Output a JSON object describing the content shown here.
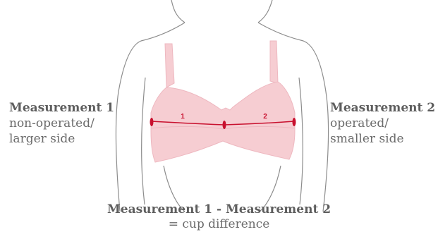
{
  "colors": {
    "outline": "#8c8c8c",
    "bra_fill": "#f6cdd2",
    "bra_stroke": "#eeb8c0",
    "measure_line": "#c8102e"
  },
  "left_label": {
    "title": "Measurement 1",
    "line1": "non-operated/",
    "line2": "larger side"
  },
  "right_label": {
    "title": "Measurement 2",
    "line1": "operated/",
    "line2": "smaller side"
  },
  "measurements": {
    "left_marker": "1",
    "right_marker": "2"
  },
  "bottom_label": {
    "formula": "Measurement 1 - Measurement  2",
    "result": "= cup difference"
  }
}
